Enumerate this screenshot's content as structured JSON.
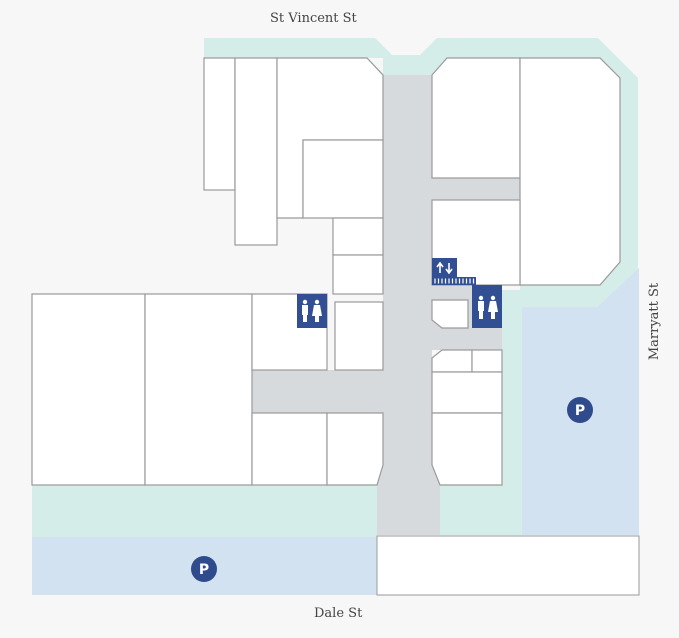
{
  "streets": {
    "north": "St Vincent St",
    "east": "Marryatt St",
    "south": "Dale St"
  },
  "icons": {
    "parking_label": "P",
    "restroom": "restroom-icon",
    "elevator": "elevator-icon",
    "stairs": "stairs-icon"
  },
  "colors": {
    "background": "#f7f7f7",
    "green": "#d5ede9",
    "corridor": "#d6dadd",
    "parking": "#d3e2f1",
    "icon": "#334f94"
  }
}
